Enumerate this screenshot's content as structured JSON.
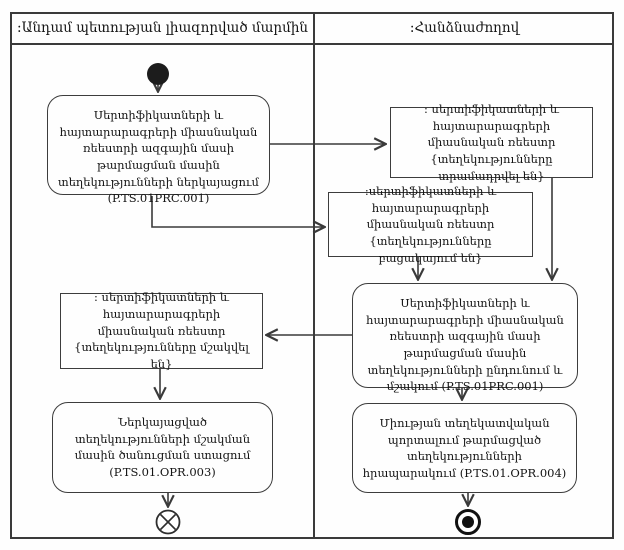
{
  "diagram": {
    "lanes": [
      {
        "title": ":Անդամ պետության լիազորված մարմին"
      },
      {
        "title": ":Հանձնաժողով"
      }
    ],
    "nodes": {
      "submit_action": {
        "text": "Սերտիֆիկատների և հայտարարագրերի միասնական ռեեստրի ազգային մասի թարմացման մասին տեղեկությունների ներկայացում (P.TS.01PRC.001)"
      },
      "registry_provided": {
        "text": ": սերտիֆիկատների և հայտարարագրերի միասնական ռեեստր {տեղեկությունները տրամադրվել են}"
      },
      "registry_missing": {
        "text": ":սերտիֆիկատների և հայտարարագրերի միասնական ռեեստր {տեղեկությունները բացակայում են}"
      },
      "receive_process_action": {
        "text": "Սերտիֆիկատների և հայտարարագրերի միասնական ռեեստրի ազգային մասի թարմացման մասին տեղեկությունների ընդունում և մշակում (P.TS.01PRC.001)"
      },
      "registry_processed": {
        "text": ": սերտիֆիկատների և հայտարարագրերի միասնական ռեեստր {տեղեկությունները մշակվել են}"
      },
      "notification_action": {
        "text": "Ներկայացված տեղեկությունների մշակման մասին ծանուցման ստացում (P.TS.01.OPR.003)"
      },
      "publish_action": {
        "text": "Միության տեղեկատվական պորտալում թարմացված տեղեկությունների հրապարակում (P.TS.01.OPR.004)"
      }
    },
    "colors": {
      "line": "#3a3a3a",
      "text": "#141414",
      "background": "#ffffff"
    }
  }
}
